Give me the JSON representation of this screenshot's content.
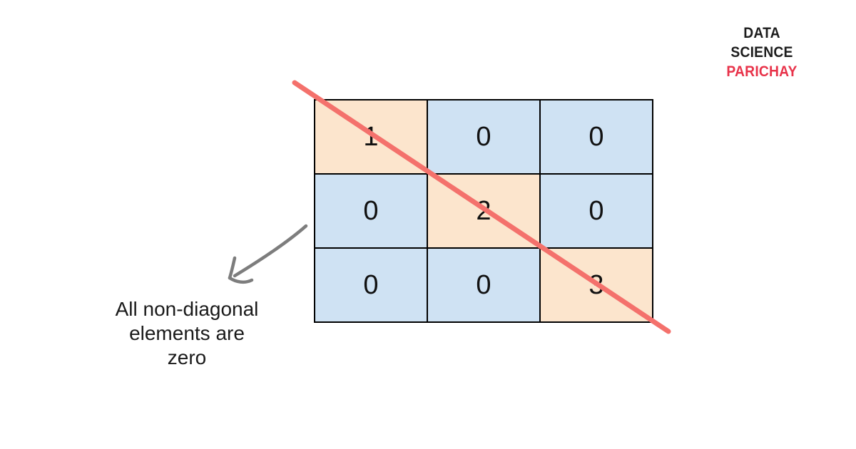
{
  "brand": {
    "line1": "DATA SCIENCE",
    "line2": "PARICHAY",
    "line1_color": "#1d1d1d",
    "line2_color": "#e8334a"
  },
  "matrix": {
    "rows": [
      [
        "1",
        "0",
        "0"
      ],
      [
        "0",
        "2",
        "0"
      ],
      [
        "0",
        "0",
        "3"
      ]
    ],
    "diagonal_color": "#fce5cd",
    "off_diagonal_color": "#cfe2f3",
    "border_color": "#000000",
    "number_color": "#111111"
  },
  "diagonal_line": {
    "color": "#f4716c"
  },
  "arrow": {
    "color": "#7d7d7d"
  },
  "annotation": {
    "lines": [
      "All non-diagonal",
      "elements are",
      "zero"
    ],
    "color": "#1a1a1a"
  }
}
